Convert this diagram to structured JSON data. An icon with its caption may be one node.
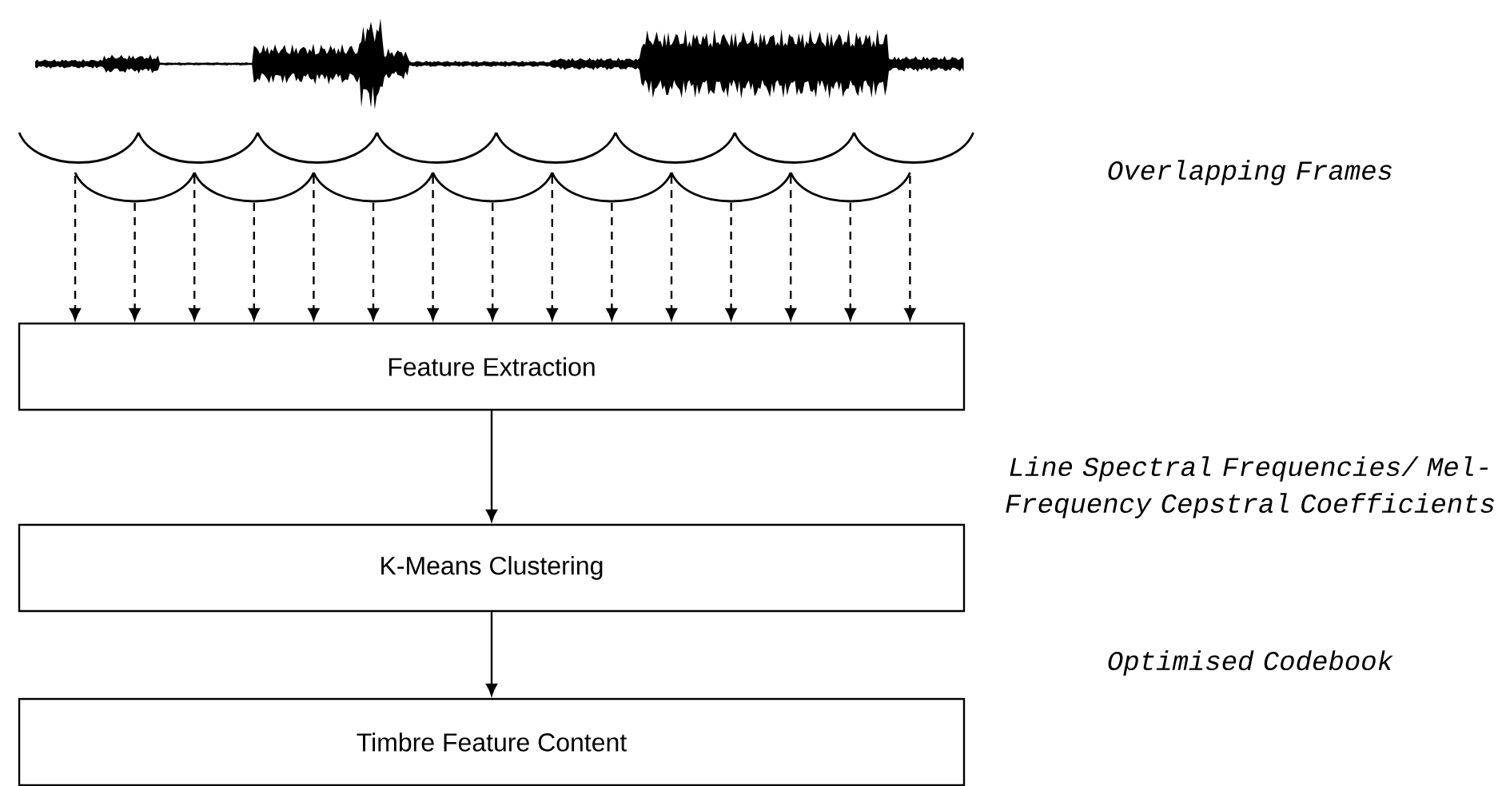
{
  "diagram": {
    "nodes": [
      {
        "text": [],
        "shape": "arcs"
      },
      {
        "text": [
          "Feature Extraction"
        ]
      },
      {
        "text": [
          "K-Means Clustering"
        ]
      },
      {
        "text": [
          "Timbre Feature Content"
        ]
      }
    ],
    "edges": [
      {
        "from": 0,
        "to": 1,
        "arrow": "to",
        "style": "dashed"
      },
      {
        "from": 0,
        "to": 1,
        "arrow": "to",
        "style": "dashed"
      },
      {
        "from": 0,
        "to": 1,
        "arrow": "to",
        "style": "dashed"
      },
      {
        "from": 0,
        "to": 1,
        "arrow": "to",
        "style": "dashed"
      },
      {
        "from": 0,
        "to": 1,
        "arrow": "to",
        "style": "dashed"
      },
      {
        "from": 0,
        "to": 1,
        "arrow": "to",
        "style": "dashed"
      },
      {
        "from": 0,
        "to": 1,
        "arrow": "to",
        "style": "dashed"
      },
      {
        "from": 0,
        "to": 1,
        "arrow": "to",
        "style": "dashed"
      },
      {
        "from": 0,
        "to": 1,
        "arrow": "to",
        "style": "dashed"
      },
      {
        "from": 0,
        "to": 1,
        "arrow": "to",
        "style": "dashed"
      },
      {
        "from": 0,
        "to": 1,
        "arrow": "to",
        "style": "dashed"
      },
      {
        "from": 0,
        "to": 1,
        "arrow": "to",
        "style": "dashed"
      },
      {
        "from": 0,
        "to": 1,
        "arrow": "to",
        "style": "dashed"
      },
      {
        "from": 0,
        "to": 1,
        "arrow": "to",
        "style": "dashed"
      },
      {
        "from": 0,
        "to": 1,
        "arrow": "to",
        "style": "dashed"
      },
      {
        "from": 1,
        "to": 2,
        "arrow": "to"
      },
      {
        "from": 2,
        "to": 3,
        "arrow": "to"
      }
    ],
    "labels": [
      "Overlapping Frames",
      "Line Spectral Frequencies/ Mel-Frequency Cepstral Coefficients",
      "Optimised Codebook"
    ]
  }
}
